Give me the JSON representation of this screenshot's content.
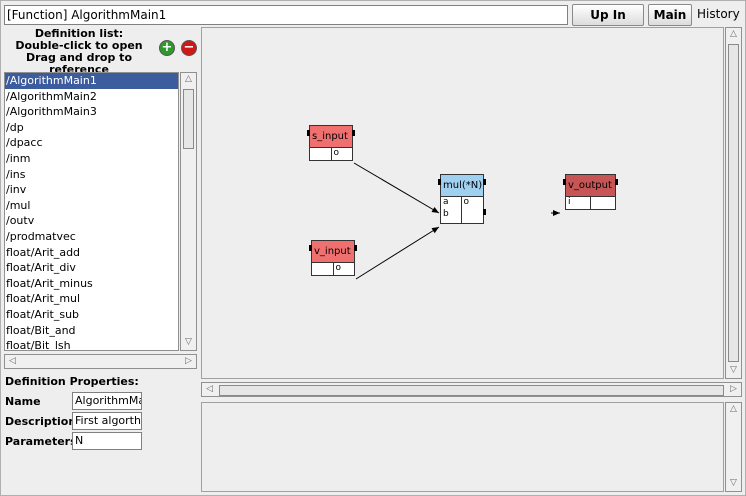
{
  "header": {
    "title_field": "[Function] AlgorithmMain1",
    "up_in_main_label": "Up In Main",
    "main_label": "Main",
    "history_label": "History"
  },
  "definition_list": {
    "caption_line1": "Definition list:",
    "caption_line2": "Double-click to open",
    "caption_line3": "Drag and drop to reference",
    "add_symbol": "+",
    "remove_symbol": "−",
    "items": [
      "/AlgorithmMain1",
      "/AlgorithmMain2",
      "/AlgorithmMain3",
      "/dp",
      "/dpacc",
      "/inm",
      "/ins",
      "/inv",
      "/mul",
      "/outv",
      "/prodmatvec",
      "float/Arit_add",
      "float/Arit_div",
      "float/Arit_minus",
      "float/Arit_mul",
      "float/Arit_sub",
      "float/Bit_and",
      "float/Bit_lsh"
    ],
    "selected_index": 0
  },
  "properties": {
    "title": "Definition Properties:",
    "name_label": "Name",
    "name_value": "AlgorithmMa",
    "description_label": "Description",
    "description_value": "First algorth",
    "parameters_label": "Parameters",
    "parameters_value": "N"
  },
  "graph": {
    "nodes": {
      "s_input": {
        "title": "s_input",
        "port": "o",
        "color": "#f07070"
      },
      "v_input": {
        "title": "v_input",
        "port": "o",
        "color": "#f07070"
      },
      "mul": {
        "title": "mul(*N)",
        "port_a": "a",
        "port_b": "b",
        "port_out": "o",
        "color": "#9fd0f0"
      },
      "v_output": {
        "title": "v_output",
        "port": "i",
        "color": "#c85555"
      }
    }
  }
}
